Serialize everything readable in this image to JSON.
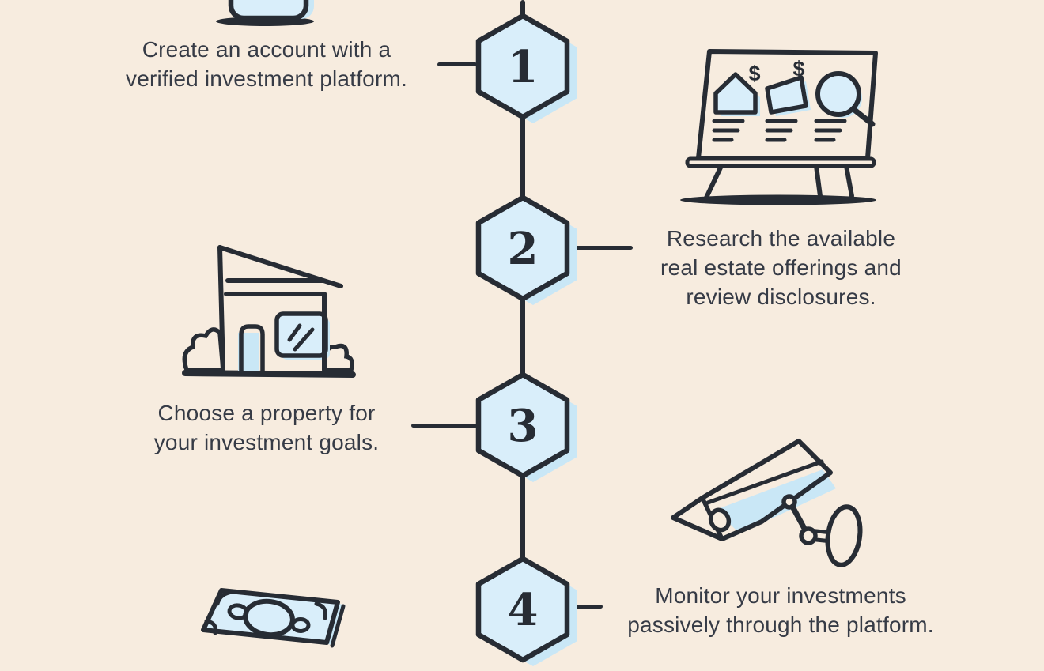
{
  "palette": {
    "background": "#f7ecdf",
    "ink": "#272c34",
    "text": "#363b46",
    "icon_fill_blue": "#d9eefa",
    "icon_shadow_blue": "#c9e7f6"
  },
  "currency_symbol": "$",
  "steps": [
    {
      "number": "1",
      "icon": "smartphone-icon",
      "side": "left",
      "lines": [
        "Create an account with a",
        "verified investment platform."
      ]
    },
    {
      "number": "2",
      "icon": "research-board-icon",
      "side": "right",
      "lines": [
        "Research the available",
        "real estate offerings and",
        "review disclosures."
      ]
    },
    {
      "number": "3",
      "icon": "house-icon",
      "side": "left",
      "lines": [
        "Choose a property for",
        "your investment goals."
      ]
    },
    {
      "number": "4",
      "icon": "security-camera-icon",
      "side": "right",
      "lines": [
        "Monitor your investments",
        "passively through the platform."
      ]
    }
  ]
}
